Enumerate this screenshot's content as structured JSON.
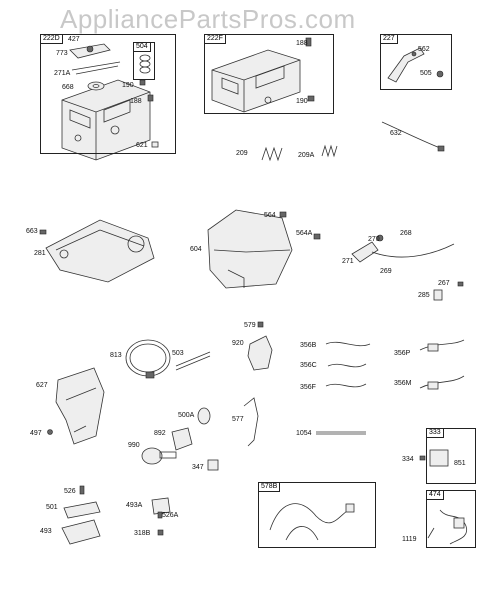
{
  "watermark": "AppliancePartsPros.com",
  "boxes": {
    "b222D": "222D",
    "b504": "504",
    "b222F": "222F",
    "b227": "227",
    "b333": "333",
    "b578B": "578B",
    "b474": "474"
  },
  "labels": {
    "l427": "427",
    "l773": "773",
    "l271A": "271A",
    "l668": "668",
    "l190a": "190",
    "l188a": "188",
    "l621": "621",
    "l188b": "188",
    "l190b": "190",
    "l562": "562",
    "l505": "505",
    "l632": "632",
    "l209": "209",
    "l209A": "209A",
    "l663": "663",
    "l281": "281",
    "l604": "604",
    "l564": "564",
    "l564A": "564A",
    "l270": "270",
    "l268": "268",
    "l271": "271",
    "l269": "269",
    "l267": "267",
    "l285": "285",
    "l579": "579",
    "l813": "813",
    "l503": "503",
    "l920": "920",
    "l356B": "356B",
    "l356C": "356C",
    "l356F": "356F",
    "l356P": "356P",
    "l356M": "356M",
    "l627": "627",
    "l497": "497",
    "l500A": "500A",
    "l892": "892",
    "l577": "577",
    "l990": "990",
    "l1054": "1054",
    "l347": "347",
    "l334": "334",
    "l851": "851",
    "l526": "526",
    "l501": "501",
    "l493A": "493A",
    "l526A": "526A",
    "l493": "493",
    "l318B": "318B",
    "l1119": "1119"
  }
}
